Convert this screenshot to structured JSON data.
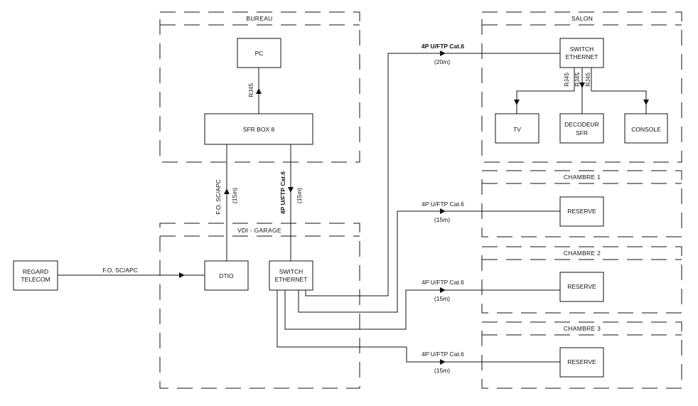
{
  "zones": {
    "bureau": "BUREAU",
    "salon": "SALON",
    "vdi_garage": "VDI - GARAGE",
    "chambre1": "CHAMBRE 1",
    "chambre2": "CHAMBRE 2",
    "chambre3": "CHAMBRE 3"
  },
  "nodes": {
    "pc": [
      "PC"
    ],
    "sfr_box": [
      "SFR BOX 8"
    ],
    "regard_telecom": [
      "REGARD",
      "TELECOM"
    ],
    "dtio": [
      "DTIO"
    ],
    "switch_garage": [
      "SWITCH",
      "ETHERNET"
    ],
    "switch_salon": [
      "SWITCH",
      "ETHERNET"
    ],
    "tv": [
      "TV"
    ],
    "decodeur": [
      "DECODEUR",
      "SFR"
    ],
    "console": [
      "CONSOLE"
    ],
    "reserve1": [
      "RESERVE"
    ],
    "reserve2": [
      "RESERVE"
    ],
    "reserve3": [
      "RESERVE"
    ]
  },
  "links": {
    "pc_box_type": "RJ45",
    "fo_regard_dtio": "F.O. SC/APC",
    "fo_box_dtio": "F.O. SC/APC",
    "fo_box_dtio_len": "(15m)",
    "cat6_box_switch": "4P U/FTP Cat.6",
    "cat6_box_switch_len": "(15m)",
    "cat6_salon": "4P U/FTP Cat.6",
    "cat6_salon_len": "(20m)",
    "salon_rj45_tv": "RJ45",
    "salon_rj45_decodeur": "RJ45",
    "salon_rj45_console": "RJ45",
    "cat6_chambre1": "4P U/FTP Cat.6",
    "cat6_chambre1_len": "(15m)",
    "cat6_chambre2": "4P U/FTP Cat.6",
    "cat6_chambre2_len": "(15m)",
    "cat6_chambre3": "4P U/FTP Cat.6",
    "cat6_chambre3_len": "(15m)"
  }
}
